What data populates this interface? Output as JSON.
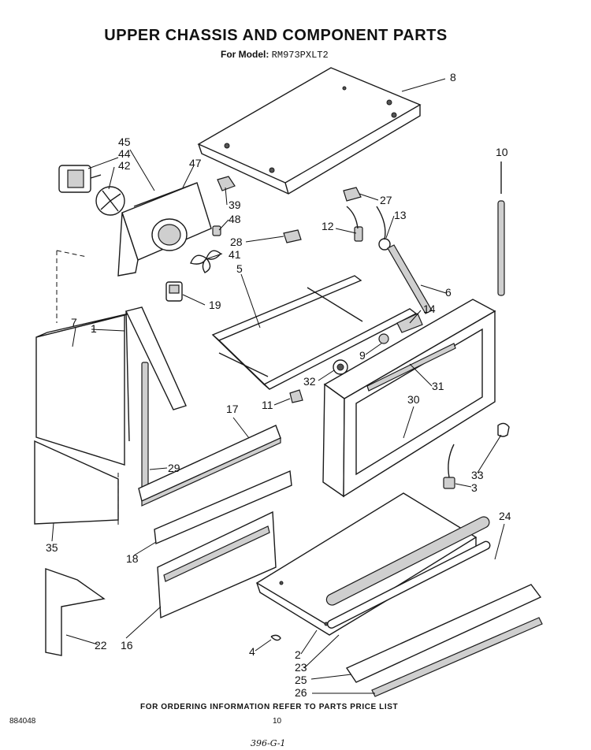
{
  "header": {
    "title": "UPPER CHASSIS AND COMPONENT PARTS",
    "model_prefix": "For Model:",
    "model": "RM973PXLT2"
  },
  "footer": {
    "ordering_note": "FOR ORDERING INFORMATION REFER TO PARTS PRICE LIST",
    "doc_number": "884048",
    "page_number": "10",
    "handwritten_note": "396-G-1"
  },
  "callouts": [
    "8",
    "10",
    "45",
    "44",
    "42",
    "47",
    "27",
    "39",
    "13",
    "48",
    "12",
    "28",
    "41",
    "5",
    "6",
    "19",
    "14",
    "7",
    "1",
    "9",
    "32",
    "31",
    "11",
    "30",
    "17",
    "29",
    "33",
    "3",
    "24",
    "35",
    "18",
    "16",
    "22",
    "4",
    "2",
    "23",
    "25",
    "26"
  ]
}
